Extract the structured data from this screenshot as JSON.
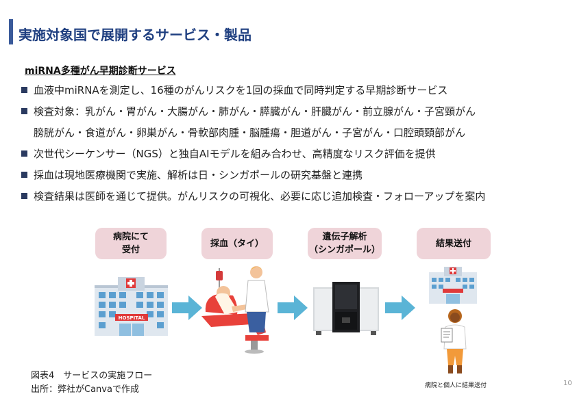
{
  "slide": {
    "title": "実施対象国で展開するサービス・製品",
    "subtitle": "miRNA多種がん早期診断サービス",
    "page_number": "10"
  },
  "bullets": [
    {
      "text": "血液中miRNAを測定し、16種のがんリスクを1回の採血で同時判定する早期診断サービス",
      "marker": true
    },
    {
      "text": "検査対象：乳がん・胃がん・大腸がん・肺がん・膵臓がん・肝臓がん・前立腺がん・子宮頸がん",
      "marker": true
    },
    {
      "text": "膀胱がん・食道がん・卵巣がん・骨軟部肉腫・脳腫瘍・胆道がん・子宮がん・口腔頭頸部がん",
      "marker": false
    },
    {
      "text": "次世代シーケンサー（NGS）と独自AIモデルを組み合わせ、高精度なリスク評価を提供",
      "marker": true
    },
    {
      "text": "採血は現地医療機関で実施、解析は日・シンガポールの研究基盤と連携",
      "marker": true
    },
    {
      "text": "検査結果は医師を通じて提供。がんリスクの可視化、必要に応じ追加検査・フォローアップを案内",
      "marker": true
    }
  ],
  "flow": {
    "steps": [
      {
        "line1": "病院にて",
        "line2": "受付"
      },
      {
        "line1": "採血（タイ）",
        "line2": ""
      },
      {
        "line1": "遺伝子解析",
        "line2": "（シンガポール）"
      },
      {
        "line1": "結果送付",
        "line2": ""
      }
    ],
    "hospital_sign": "HOSPITAL",
    "result_caption": "病院と個人に結果送付"
  },
  "caption": {
    "figure": "図表4　サービスの実施フロー",
    "source": "出所：弊社がCanvaで作成"
  },
  "colors": {
    "title_bar": "#3a5a9a",
    "title_text": "#1f3f80",
    "step_box": "#efd4d9",
    "arrow": "#5ab4d6"
  }
}
